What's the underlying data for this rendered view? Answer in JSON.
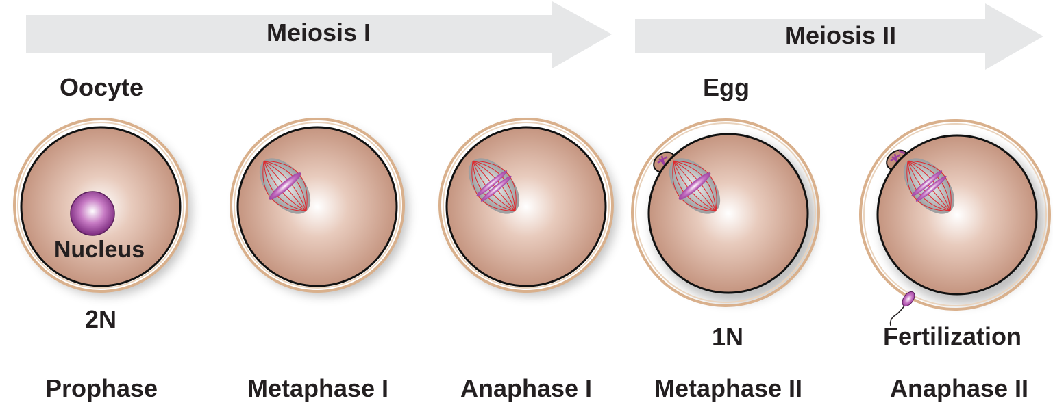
{
  "arrows": {
    "meiosis1": "Meiosis I",
    "meiosis2": "Meiosis II"
  },
  "labels": {
    "oocyte": "Oocyte",
    "egg": "Egg",
    "nucleus": "Nucleus",
    "ploidy_2n": "2N",
    "ploidy_1n": "1N",
    "fertilization": "Fertilization"
  },
  "stages": [
    "Prophase",
    "Metaphase I",
    "Anaphase I",
    "Metaphase II",
    "Anaphase II"
  ],
  "colors": {
    "cell": "#c4917c",
    "ring": "#d9b08c",
    "arrow": "#e6e7e8",
    "chromosome": "#9b3e9e",
    "spindle_fiber": "#e0262b"
  }
}
